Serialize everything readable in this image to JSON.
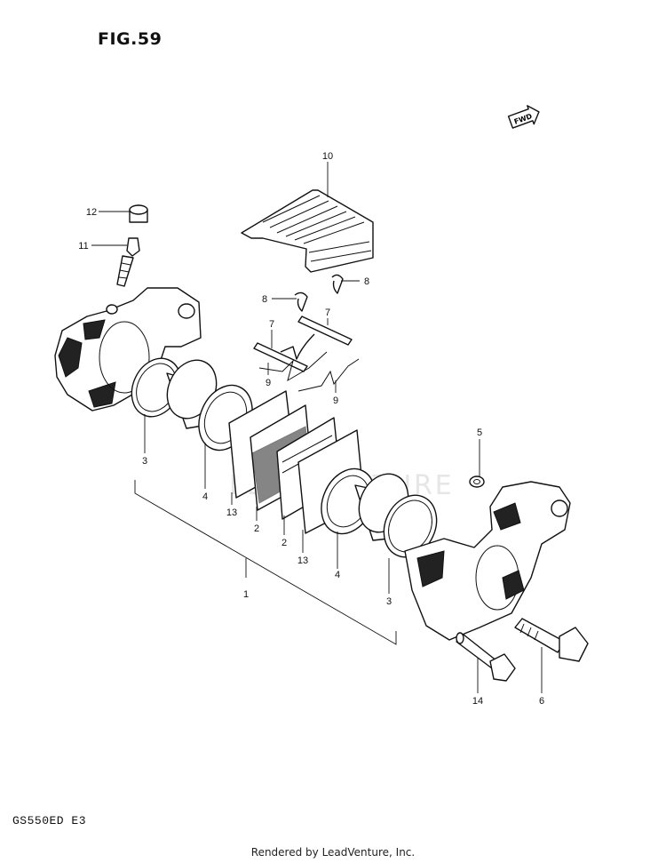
{
  "figure": {
    "title": "FIG.59",
    "model": "GS550ED E3",
    "rendered_by": "Rendered by LeadVenture, Inc.",
    "direction_label": "FWD",
    "watermark": "LEADVENTURE"
  },
  "callouts": [
    {
      "id": "c10",
      "label": "10"
    },
    {
      "id": "c12",
      "label": "12"
    },
    {
      "id": "c11",
      "label": "11"
    },
    {
      "id": "c8a",
      "label": "8"
    },
    {
      "id": "c8b",
      "label": "8"
    },
    {
      "id": "c7a",
      "label": "7"
    },
    {
      "id": "c7b",
      "label": "7"
    },
    {
      "id": "c9a",
      "label": "9"
    },
    {
      "id": "c9b",
      "label": "9"
    },
    {
      "id": "c5",
      "label": "5"
    },
    {
      "id": "c3a",
      "label": "3"
    },
    {
      "id": "c4a",
      "label": "4"
    },
    {
      "id": "c13a",
      "label": "13"
    },
    {
      "id": "c2a",
      "label": "2"
    },
    {
      "id": "c2b",
      "label": "2"
    },
    {
      "id": "c13b",
      "label": "13"
    },
    {
      "id": "c4b",
      "label": "4"
    },
    {
      "id": "c3b",
      "label": "3"
    },
    {
      "id": "c1",
      "label": "1"
    },
    {
      "id": "c14",
      "label": "14"
    },
    {
      "id": "c6",
      "label": "6"
    }
  ]
}
